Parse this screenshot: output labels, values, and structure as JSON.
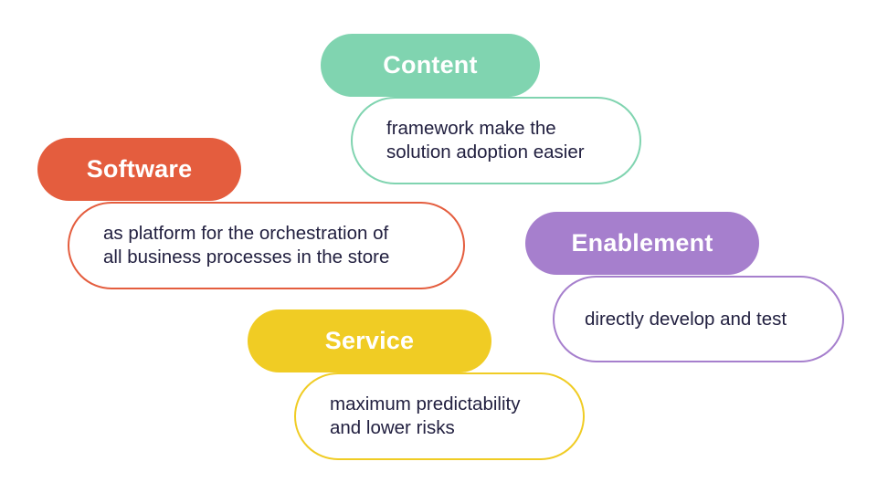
{
  "items": {
    "content": {
      "title": "Content",
      "lines": [
        "framework make the",
        "solution adoption easier"
      ],
      "color": "#80d4b0"
    },
    "software": {
      "title": "Software",
      "lines": [
        "as platform for the orchestration of",
        "all business processes in the store"
      ],
      "color": "#e45d3e"
    },
    "enablement": {
      "title": "Enablement",
      "lines": [
        "directly develop and test"
      ],
      "color": "#a67fcd"
    },
    "service": {
      "title": "Service",
      "lines": [
        "maximum predictability",
        "and lower risks"
      ],
      "color": "#f0cc24"
    }
  }
}
